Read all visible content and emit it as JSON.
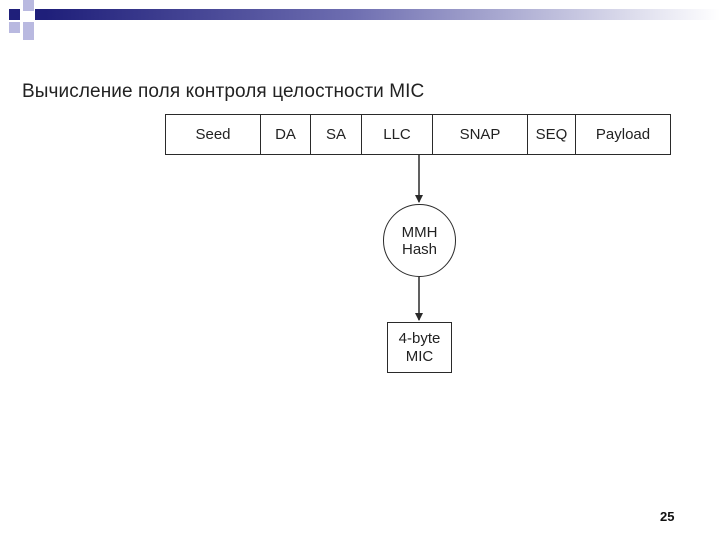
{
  "slide": {
    "title": "Вычисление поля контроля целостности MIC",
    "page_number": "25"
  },
  "frame": {
    "fields": [
      "Seed",
      "DA",
      "SA",
      "LLC",
      "SNAP",
      "SEQ",
      "Payload"
    ]
  },
  "hash_node": {
    "line1": "MMH",
    "line2": "Hash"
  },
  "output_node": {
    "line1": "4-byte",
    "line2": "MIC"
  },
  "colors": {
    "accent_dark": "#1f1f7a",
    "accent_light": "#b9b9e0",
    "stroke": "#2a2a2a"
  }
}
